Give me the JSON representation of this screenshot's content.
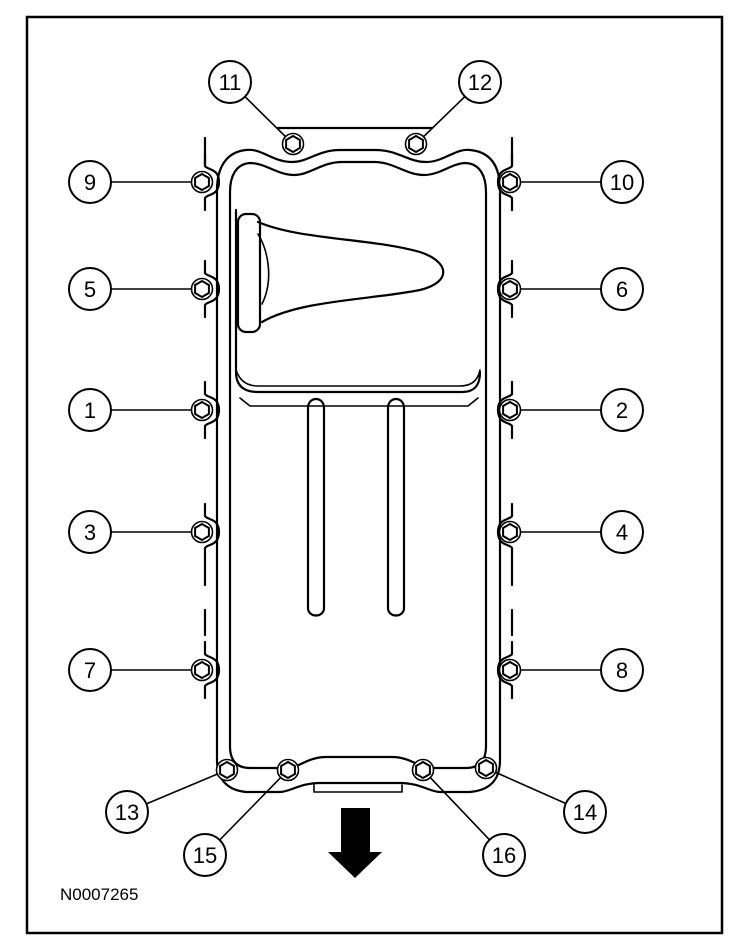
{
  "figure_code": "N0007265",
  "colors": {
    "line": "#000000",
    "background": "#ffffff"
  },
  "bolts": [
    {
      "n": "1"
    },
    {
      "n": "2"
    },
    {
      "n": "3"
    },
    {
      "n": "4"
    },
    {
      "n": "5"
    },
    {
      "n": "6"
    },
    {
      "n": "7"
    },
    {
      "n": "8"
    },
    {
      "n": "9"
    },
    {
      "n": "10"
    },
    {
      "n": "11"
    },
    {
      "n": "12"
    },
    {
      "n": "13"
    },
    {
      "n": "14"
    },
    {
      "n": "15"
    },
    {
      "n": "16"
    }
  ],
  "direction_arrow_icon": "down-arrow-icon"
}
